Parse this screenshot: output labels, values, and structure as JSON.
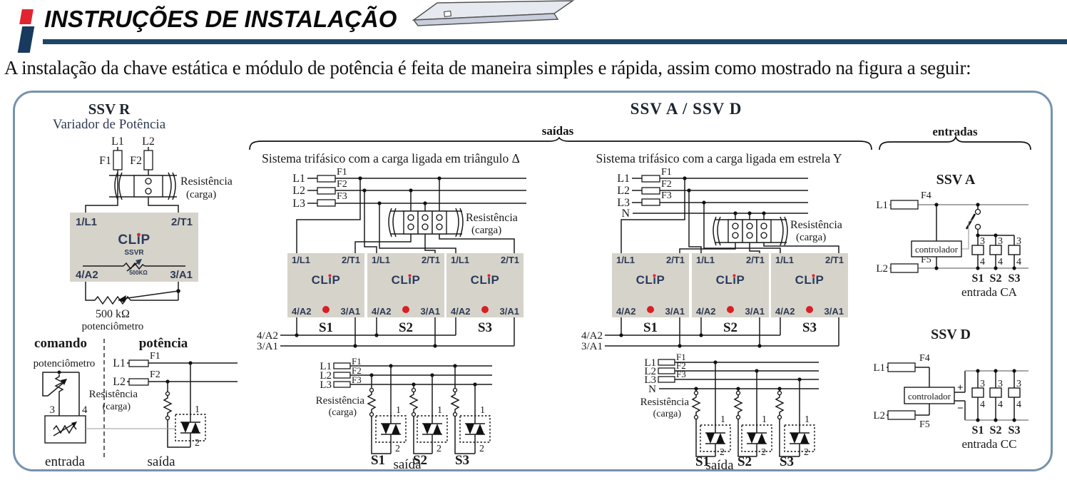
{
  "header": {
    "title": "INSTRUÇÕES DE INSTALAÇÃO",
    "subtitle": "A instalação da chave estática e módulo de potência é feita de maneira simples e rápida, assim como mostrado na figura a seguir:"
  },
  "colors": {
    "accent_red": "#e02531",
    "navy": "#1d4566",
    "panel_border": "#7792ad",
    "module_fill": "#d6d3ca",
    "led_red": "#d81f26",
    "logo_navy": "#2b3c5e"
  },
  "braces": {
    "saidas": "saídas",
    "entradas": "entradas"
  },
  "shared": {
    "l1": "L1",
    "l2": "L2",
    "l3": "L3",
    "n": "N",
    "f1": "F1",
    "f2": "F2",
    "f3": "F3",
    "f4": "F4",
    "f5": "F5",
    "resistencia": "Resistência",
    "carga": "(carga)",
    "s1": "S1",
    "s2": "S2",
    "s3": "S3",
    "t1": "1",
    "t2": "2",
    "t3": "3",
    "t4": "4",
    "saida": "saída",
    "entrada": "entrada",
    "potenciometro": "potenciômetro",
    "controlador": "controlador",
    "bus_4a2": "4/A2",
    "bus_3a1": "3/A1"
  },
  "module": {
    "logo": "CLiP",
    "tl": "1/L1",
    "tr": "2/T1",
    "bl": "4/A2",
    "br": "3/A1"
  },
  "ssvr": {
    "title": "SSV R",
    "subtitle": "Variador de Potência",
    "model": "SSVR",
    "pot_inline": "500KΩ",
    "pot_value": "500 kΩ",
    "comando": "comando",
    "potencia": "potência"
  },
  "center": {
    "title": "SSV A  /  SSV D",
    "delta_caption": "Sistema trifásico com a carga ligada em triângulo Δ",
    "star_caption": "Sistema trifásico com a carga ligada em estrela Y"
  },
  "inputs": {
    "ssva_title": "SSV A",
    "ssvd_title": "SSV D",
    "entrada_ca": "entrada CA",
    "entrada_cc": "entrada CC",
    "plus": "+",
    "minus": "−"
  }
}
